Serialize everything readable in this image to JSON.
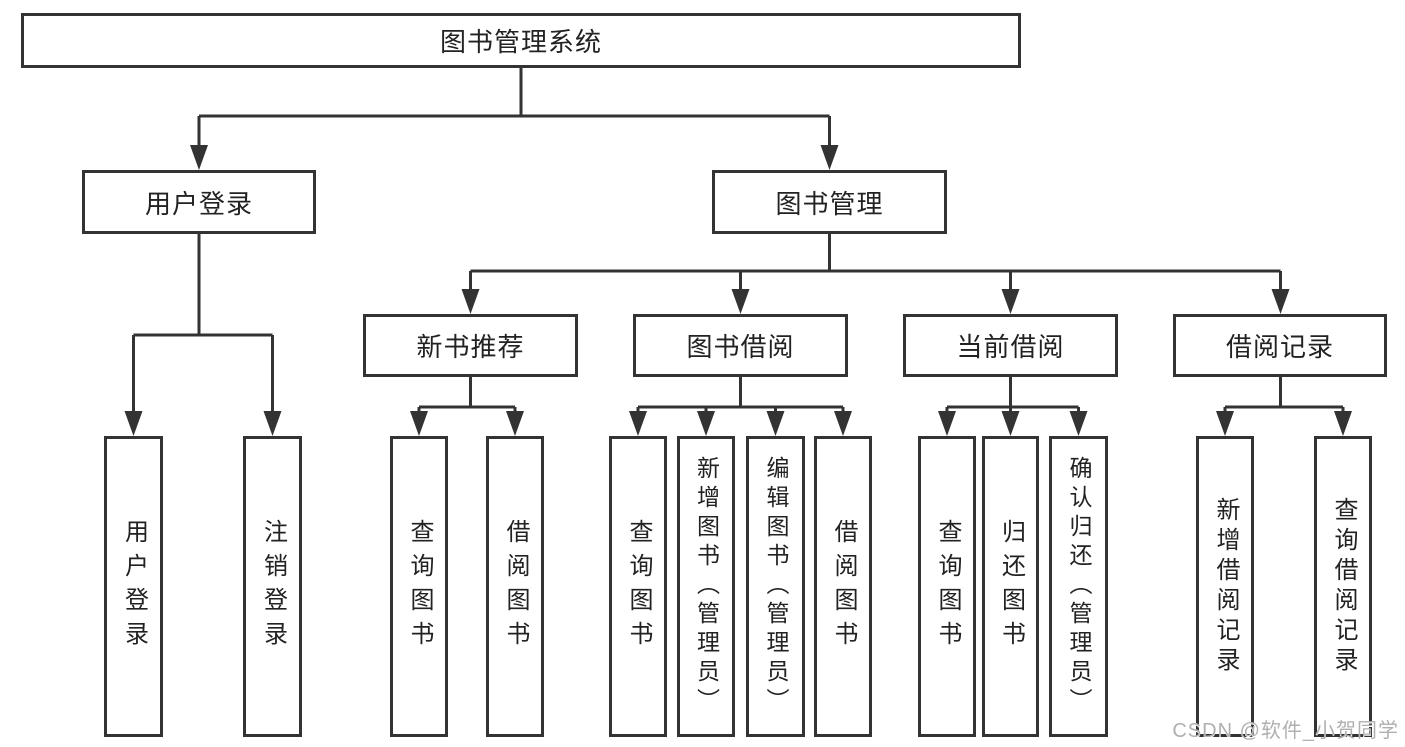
{
  "tree": {
    "label": "图书管理系统",
    "children": [
      {
        "label": "用户登录",
        "children": [
          {
            "label": "用户登录"
          },
          {
            "label": "注销登录"
          }
        ]
      },
      {
        "label": "图书管理",
        "children": [
          {
            "label": "新书推荐",
            "children": [
              {
                "label": "查询图书"
              },
              {
                "label": "借阅图书"
              }
            ]
          },
          {
            "label": "图书借阅",
            "children": [
              {
                "label": "查询图书"
              },
              {
                "label": "新增图书（管理员）"
              },
              {
                "label": "编辑图书（管理员）"
              },
              {
                "label": "借阅图书"
              }
            ]
          },
          {
            "label": "当前借阅",
            "children": [
              {
                "label": "查询图书"
              },
              {
                "label": "归还图书"
              },
              {
                "label": "确认归还（管理员）"
              }
            ]
          },
          {
            "label": "借阅记录",
            "children": [
              {
                "label": "新增借阅记录"
              },
              {
                "label": "查询借阅记录"
              }
            ]
          }
        ]
      }
    ]
  },
  "watermark": {
    "text": "CSDN @软件_小贺同学"
  },
  "colors": {
    "line": "#333333",
    "text": "#222222",
    "background": "#ffffff",
    "watermark": "#b0b0b0"
  }
}
